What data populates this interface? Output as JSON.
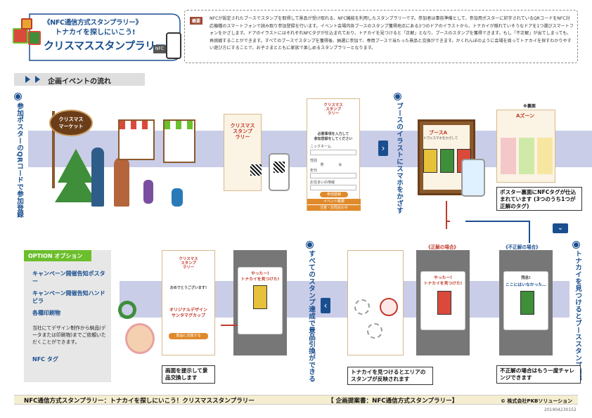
{
  "header": {
    "line1": "《NFC通信方式スタンプラリー》",
    "line2": "トナカイを探しにいこう!",
    "line3": "クリスマススタンプラリー",
    "nfc_badge": "NFC"
  },
  "overview": {
    "tag": "概要",
    "text": "NFCが設定されたブースでスタンプを取得して景品が受け取れる、NFC機能を利用したスタンプラリーです。参加者は事前準備として、参加用ポスターに印字されているQRコードをNFC対応機種のスマートフォンで読み取り参加登録を行います。イベント会場内各ブースのスタンプ獲得地点にある3つのドアのイラストから、トナカイが隠れていそうなドアを1つ選びスマートフォンをかざします。ドアのイラストにはそれぞれNFCタグが仕込まれており、トナカイを見つけると「正解」となり、ブースのスタンプを獲得できます。もし「不正解」が出てしまっても、再挑戦することができます。すべてのブースでスタンプを獲得後、抽選に参加で、専用ブースで当たった景品と交換ができます。かくれんぼのように会場を周ってトナカイを探すわかりやすい遊び方にすることで、お子さまとともに家族で楽しめるスタンプラリーとなります。"
  },
  "section_title": "企画イベントの流れ",
  "labels": {
    "step1": "参加ポスターのQRコードで参加登録",
    "step2": "ブースのイラストにスマホをかざす",
    "step3": "トナカイを見つけるとブーススタンプ獲得",
    "step4": "すべてのスタンプ達成で景品引換ができる"
  },
  "sign": {
    "line1": "クリスマス",
    "line2": "マーケット"
  },
  "poster": {
    "title": "クリスマス\nスタンプ\nラリー"
  },
  "register": {
    "heading": "必要事項を入力して\n参加登録をしてください",
    "nickname": "ニックネーム",
    "gender": "性別",
    "male": "男",
    "female": "女",
    "age": "年代",
    "area": "お住まいの地域",
    "submit": "参加登録",
    "event_info": "イベント概要",
    "tips": "注意・お問合わせ"
  },
  "booth": {
    "name": "ブースA",
    "prompt": "ドアにスマホをかざして",
    "back_label": "※裏面",
    "back_title": "Aズーン",
    "note": "ポスター裏面にNFCタグが仕込まれています (3つのうち1つが正解のタグ)"
  },
  "results": {
    "correct_label": "《正解の場合》",
    "wrong_label": "《不正解の場合》",
    "found": "やったー!\nトナカイを見つけた!",
    "wrong_head": "残念!",
    "wrong_text": "ここにはいなかった…",
    "note_correct": "トナカイを見つけるとエリアのスタンプが反映されます",
    "note_wrong": "不正解の場合はもう一度チャレンジできます"
  },
  "prize": {
    "congrats": "おめでとうございます!",
    "gift": "オリジナルデザイン\nサンタマグカップ",
    "button": "景品に交換する",
    "note": "画面を提示して景品交換します"
  },
  "option": {
    "head": "OPTION  オプション",
    "items": [
      "キャンペーン開催告知ポスター",
      "キャンペーン開催告知ハンドビラ",
      "各種印刷物"
    ],
    "extra": "NFC タグ",
    "note": "当社にてデザイン制作から納品(データまたは印刷物)までご依頼いただくことができます。"
  },
  "footer": {
    "left": "NFC通信方式スタンプラリー：トナカイを探しにいこう！クリスマススタンプラリー",
    "center": "【 企画提案書：NFC通信方式スタンプラリー】",
    "right": "© 株式会社PKBソリューション",
    "code": "201904230152"
  },
  "colors": {
    "accent": "#1a4f8f",
    "band": "#c9cde8",
    "red": "#c0392b",
    "green": "#6cbf2c"
  }
}
